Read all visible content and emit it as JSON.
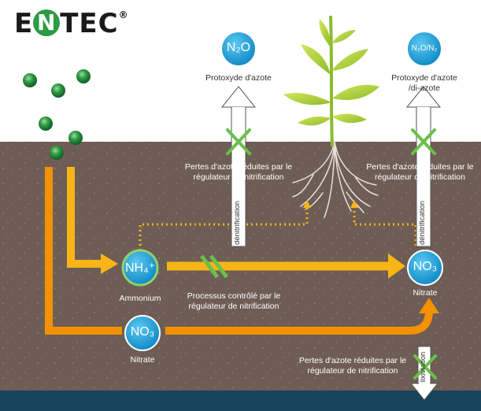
{
  "logo": {
    "text_left": "E",
    "text_n": "N",
    "text_right": "TEC",
    "reg": "®"
  },
  "chemicals": {
    "n2o": "N₂O",
    "n2o_n2": "N₂O/N₂",
    "nh4": "NH₄⁺",
    "no3_right": "NO₃",
    "no3_left": "NO₃"
  },
  "labels": {
    "n2o_name": "Protoxyde d'azote",
    "n2o_n2_name_line1": "Protoxyde d'azote",
    "n2o_n2_name_line2": "/di-azote",
    "ammonium": "Ammonium",
    "nitrate_right": "Nitrate",
    "nitrate_left": "Nitrate",
    "loss_left_line1": "Pertes d'azote réduites par le",
    "loss_left_line2": "régulateur de nitrification",
    "loss_right_line1": "Pertes d'azote réduites par le",
    "loss_right_line2": "régulateur de nitrification",
    "process_line1": "Processus contrôlé par le",
    "process_line2": "régulateur de nitrification",
    "loss_bottom_line1": "Pertes d'azote réduites par le",
    "loss_bottom_line2": "régulateur de nitrification",
    "denit_left": "dénitrification",
    "denit_right": "dénitrification",
    "lixiviation": "lixiviation"
  },
  "colors": {
    "soil": "#6e5d55",
    "water": "#16445a",
    "arrow_orange": "#f39200",
    "arrow_yellow": "#f9b516",
    "bubble_blue": "#1aa2dc",
    "green_granule": "#2a8a3e",
    "cross_green": "#6bbf4a"
  }
}
